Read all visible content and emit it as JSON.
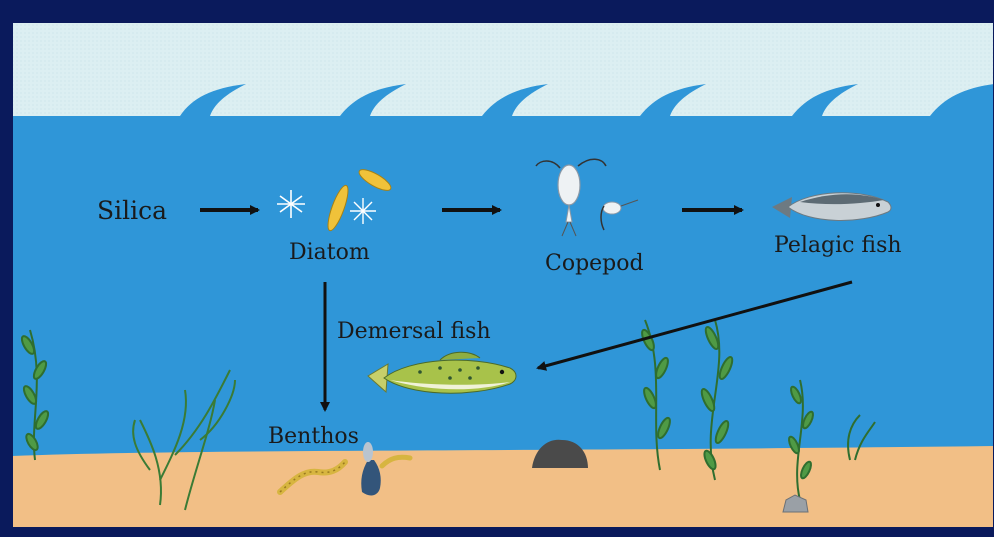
{
  "colors": {
    "frame": "#0a1a5c",
    "sky": "#dceff2",
    "water": "#2f96d8",
    "sand": "#f2bf86",
    "arrow": "#111111",
    "seaweed": "#3d8a3a"
  },
  "labels": {
    "silica": "Silica",
    "diatom": "Diatom",
    "copepod": "Copepod",
    "pelagic_fish": "Pelagic fish",
    "demersal_fish": "Demersal fish",
    "benthos": "Benthos"
  },
  "icons": {
    "diatom": "diatom-cells-icon",
    "copepod": "copepod-icon",
    "pelagic_fish": "pelagic-fish-icon",
    "demersal_fish": "demersal-fish-icon",
    "benthos": "benthos-worms-icon",
    "rock": "rock-icon",
    "seaweed": "seaweed-icon"
  }
}
